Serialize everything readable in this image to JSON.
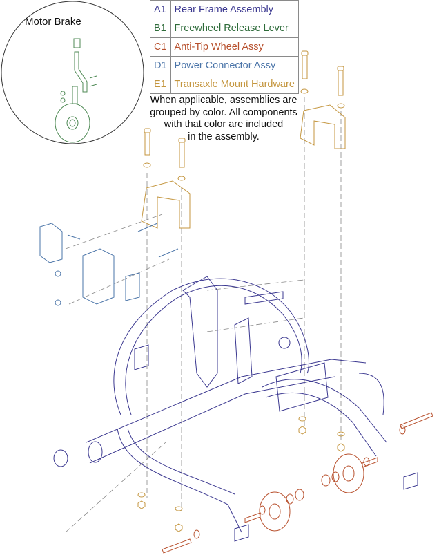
{
  "legend": {
    "rows": [
      {
        "code": "A1",
        "label": "Rear Frame Assembly",
        "color": "#3b3890"
      },
      {
        "code": "B1",
        "label": "Freewheel Release Lever",
        "color": "#2e6b3a"
      },
      {
        "code": "C1",
        "label": "Anti-Tip Wheel Assy",
        "color": "#b8512e"
      },
      {
        "code": "D1",
        "label": "Power Connector Assy",
        "color": "#4a74a8"
      },
      {
        "code": "E1",
        "label": "Transaxle Mount Hardware",
        "color": "#c4963f"
      }
    ]
  },
  "note": {
    "lines": [
      "When applicable, assemblies are",
      "grouped by color. All components",
      "with that color are included",
      "in the assembly."
    ]
  },
  "inset": {
    "title": "Motor Brake",
    "color": "#4f8a55"
  },
  "colors": {
    "frame": "#3b3890",
    "hardware": "#c4963f",
    "antitip": "#b8512e",
    "connector": "#4a74a8",
    "guide": "#888888"
  }
}
